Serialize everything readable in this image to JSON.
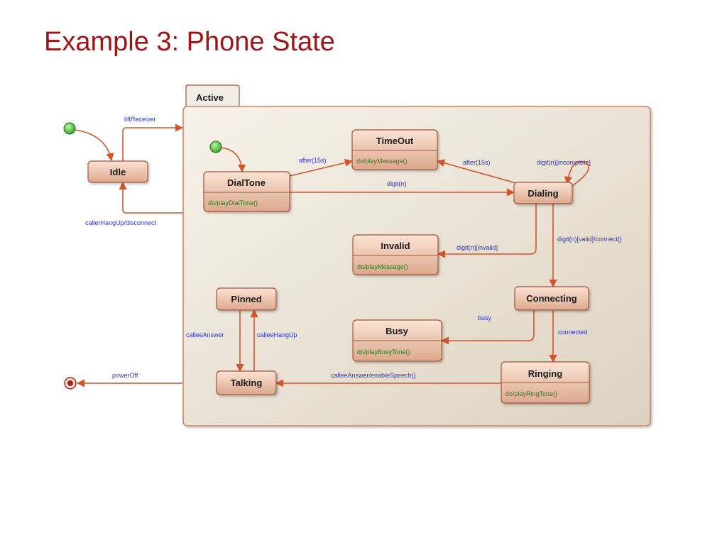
{
  "slide": {
    "title": "Example 3: Phone State"
  },
  "composite": {
    "name": "Active"
  },
  "states": {
    "idle": {
      "name": "Idle"
    },
    "dialtone": {
      "name": "DialTone",
      "action": "do/playDialTone()"
    },
    "timeout": {
      "name": "TimeOut",
      "action": "do/playMessage()"
    },
    "dialing": {
      "name": "Dialing"
    },
    "invalid": {
      "name": "Invalid",
      "action": "do/playMessage()"
    },
    "pinned": {
      "name": "Pinned"
    },
    "connecting": {
      "name": "Connecting"
    },
    "busy": {
      "name": "Busy",
      "action": "do/playBusyTone()"
    },
    "ringing": {
      "name": "Ringing",
      "action": "do/playRingTone()"
    },
    "talking": {
      "name": "Talking"
    }
  },
  "transitions": {
    "lift_receiver": "liftReceiver",
    "caller_hangup": "callerHangUp/disconnect",
    "after_15s_dialtone": "after(15s)",
    "after_15s_dialing": "after(15s)",
    "digit_n": "digit(n)",
    "digit_incomplete": "digit(n)[incomplete]",
    "digit_invalid": "digit(n)[invalid]",
    "digit_valid": "digit(n)[valid]/connect()",
    "busy": "busy",
    "connected": "connected",
    "callee_answer_enable": "calleeAnswer/enableSpeech()",
    "callee_answer": "calleeAnswer",
    "callee_hangup": "calleeHangUp",
    "power_off": "powerOff"
  },
  "colors": {
    "title": "#a01418",
    "edge": "#d4542a",
    "label": "#2b35c8",
    "action": "#2e7d1e"
  }
}
